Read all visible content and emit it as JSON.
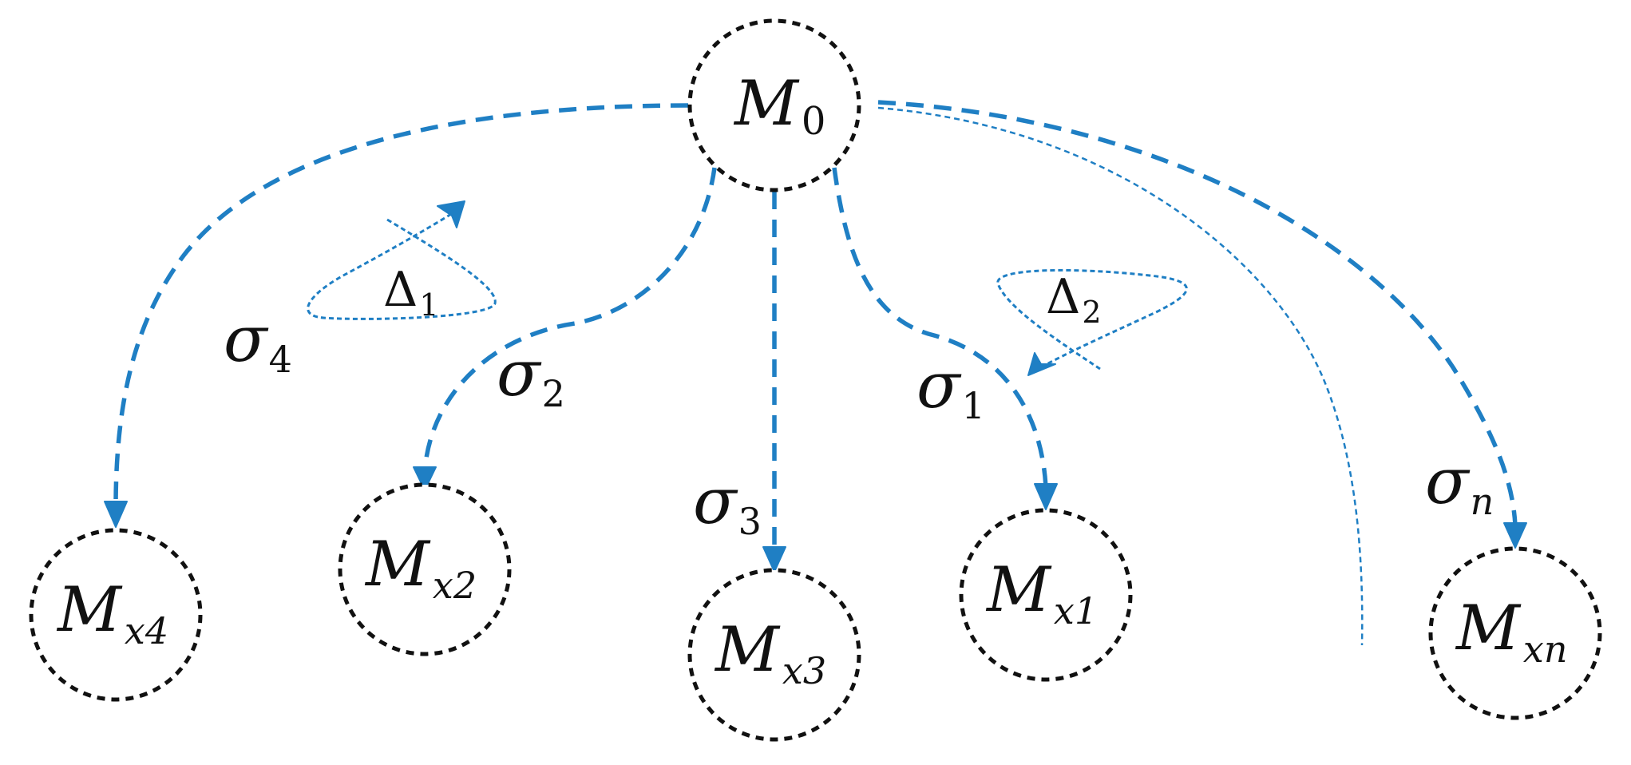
{
  "nodes": {
    "m0": {
      "main": "M",
      "sub": "0"
    },
    "mx4": {
      "main": "M",
      "sub": "x4"
    },
    "mx2": {
      "main": "M",
      "sub": "x2"
    },
    "mx3": {
      "main": "M",
      "sub": "x3"
    },
    "mx1": {
      "main": "M",
      "sub": "x1"
    },
    "mxn": {
      "main": "M",
      "sub": "xn"
    }
  },
  "edge_labels": {
    "sigma4": {
      "main": "σ",
      "sub": "4"
    },
    "sigma2": {
      "main": "σ",
      "sub": "2"
    },
    "sigma3": {
      "main": "σ",
      "sub": "3"
    },
    "sigma1": {
      "main": "σ",
      "sub": "1"
    },
    "sigman": {
      "main": "σ",
      "sub": "n"
    }
  },
  "rotations": {
    "delta1": {
      "main": "Δ",
      "sub": "1"
    },
    "delta2": {
      "main": "Δ",
      "sub": "2"
    }
  },
  "colors": {
    "edge": "#1f7fc4",
    "node_border": "#111111"
  }
}
